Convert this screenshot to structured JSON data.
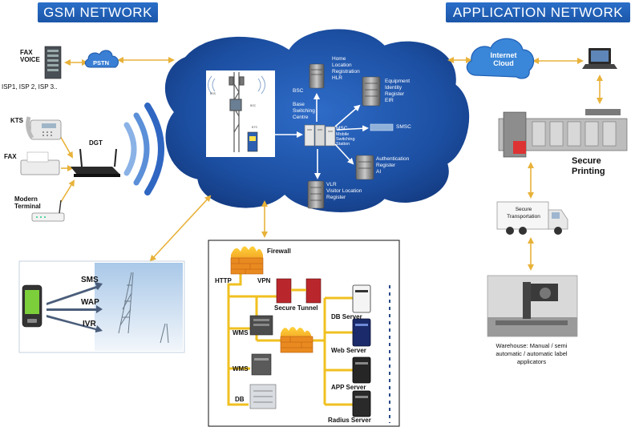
{
  "headers": {
    "gsm": "GSM  NETWORK",
    "app": "APPLICATION NETWORK"
  },
  "left": {
    "fax_voice": [
      "FAX",
      "VOICE"
    ],
    "isp": "ISP1, ISP 2, ISP 3..",
    "pstn": "PSTN",
    "kts": "KTS",
    "dgt": "DGT",
    "fax": "FAX",
    "modern": [
      "Modern",
      "Terminal"
    ]
  },
  "cloud": {
    "bsc": "BSC",
    "bsc_desc": [
      "Base",
      "Switching",
      "Centre"
    ],
    "hlr": [
      "Home",
      "Location",
      "Registration",
      "HLR"
    ],
    "eir": [
      "Equipment",
      "Identity",
      "Register",
      "EIR"
    ],
    "msc": "MSC",
    "msc_desc": [
      "Mobile",
      "Switching",
      "Station"
    ],
    "smsc": "SMSC",
    "auth": [
      "Authentication",
      "Register",
      "AI"
    ],
    "vlr": [
      "VLR",
      "Visitor Location",
      "Register"
    ]
  },
  "mobile": {
    "sms": "SMS",
    "wap": "WAP",
    "ivr": "IVR"
  },
  "servers": {
    "firewall": "Firewall",
    "http": "HTTP",
    "vpn": "VPN",
    "secure_tunnel": "Secure Tunnel",
    "wms1": "WMS",
    "wms2": "WMS",
    "db": "DB",
    "db_server": "DB Server",
    "web_server": "Web Server",
    "app_server": "APP Server",
    "radius_server": "Radius Server"
  },
  "right": {
    "internet_cloud": [
      "Internet",
      "Cloud"
    ],
    "secure_printing": [
      "Secure",
      "Printing"
    ],
    "secure_transport": [
      "Secure",
      "Transportation"
    ],
    "warehouse": [
      "Warehouse: Manual / semi",
      "automatic / automatic label",
      "applicators"
    ]
  },
  "colors": {
    "header": "#1e5fb4",
    "cloud": "#1a4fa0",
    "link": "#e8b23a",
    "bus": "#f0c020",
    "fire": "#f08a1a"
  }
}
